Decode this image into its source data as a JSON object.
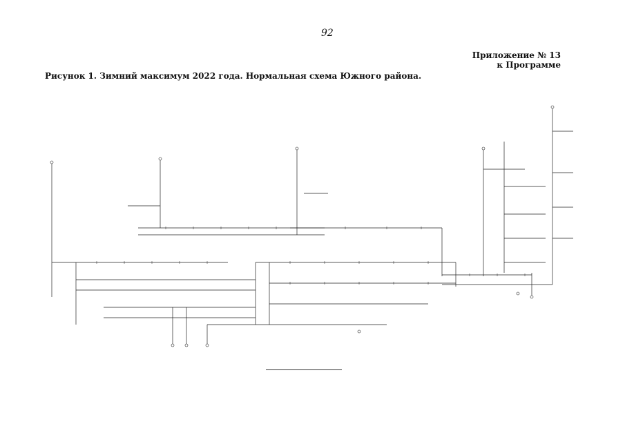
{
  "page_number": "92",
  "appendix": {
    "line1": "Приложение № 13",
    "line2": "к Программе"
  },
  "caption": "Рисунок 1. Зимний максимум 2022 года. Нормальная схема Южного района.",
  "colors": {
    "ink": "#222222"
  }
}
